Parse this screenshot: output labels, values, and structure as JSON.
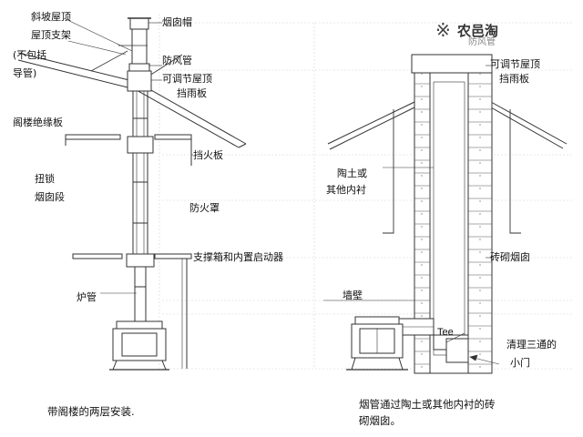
{
  "left_labels": {
    "sloped_roof": "斜坡屋顶",
    "roof_support": "屋顶支架",
    "not_including": "(不包括",
    "guide_pipe": "导管)",
    "attic_insulation": "阁楼绝缘板",
    "twist_lock": "扭锁",
    "chimney_section": "烟囱段",
    "stove_pipe": "炉管",
    "chimney_cap": "烟囱帽",
    "storm_collar": "防风管",
    "adjustable_flashing_1": "可调节屋顶",
    "adjustable_flashing_2": "挡雨板",
    "firestop": "挡火板",
    "fire_shield": "防火罩",
    "support_box": "支撑箱和内置启动器"
  },
  "right_labels": {
    "storm_collar_faded": "防风管",
    "adjustable_flashing_1": "可调节屋顶",
    "adjustable_flashing_2": "挡雨板",
    "clay_liner_1": "陶土或",
    "clay_liner_2": "其他内衬",
    "brick_chimney": "砖砌烟囱",
    "wall": "墙壁",
    "tee": "Tee",
    "cleanout_1": "清理三通的",
    "cleanout_2": "小门"
  },
  "captions": {
    "left": "带阁楼的两层安装.",
    "right_1": "烟管通过陶土或其他内衬的砖",
    "right_2": "砌烟囱。"
  },
  "watermark": {
    "mark": "※",
    "text": "农邑淘"
  }
}
